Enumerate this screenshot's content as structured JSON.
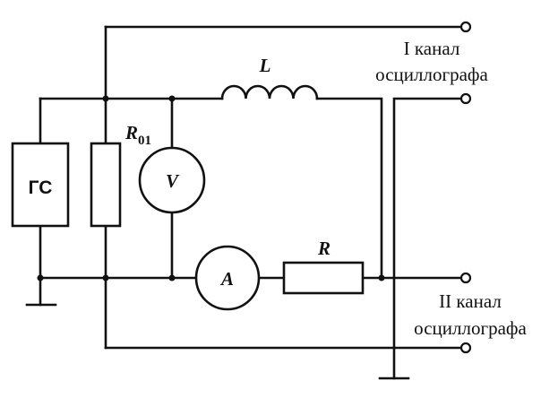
{
  "labels": {
    "generator": "ГС",
    "r01_main": "R",
    "r01_sub": "01",
    "voltmeter": "V",
    "ammeter": "A",
    "inductor": "L",
    "resistor": "R",
    "channel1_line1": "I канал",
    "channel1_line2": "осциллографа",
    "channel2_line1": "II канал",
    "channel2_line2": "осциллографа"
  }
}
